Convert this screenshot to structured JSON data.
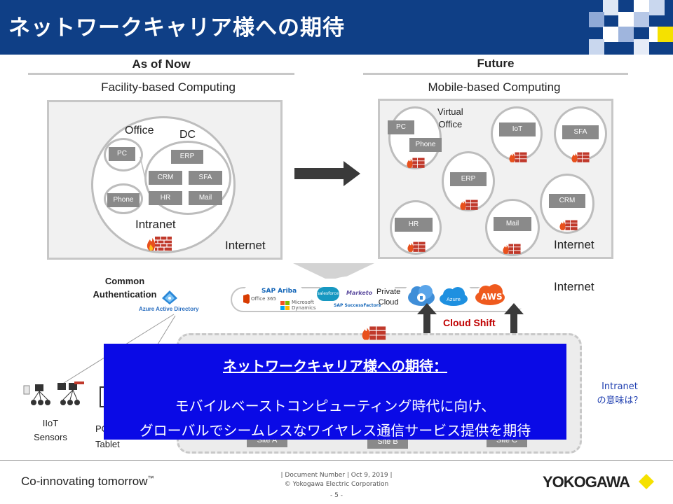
{
  "header": {
    "title": "ネットワークキャリア様への期待"
  },
  "left": {
    "heading": "As of Now",
    "subtitle": "Facility-based Computing",
    "office_label": "Office",
    "dc_label": "DC",
    "intranet_label": "Intranet",
    "internet_label": "Internet",
    "chips": {
      "pc": "PC",
      "phone": "Phone",
      "erp": "ERP",
      "crm": "CRM",
      "sfa": "SFA",
      "hr": "HR",
      "mail": "Mail"
    }
  },
  "right": {
    "heading": "Future",
    "subtitle": "Mobile-based Computing",
    "virtual_office": "Virtual\nOffice",
    "internet_label": "Internet",
    "chips": {
      "pc": "PC",
      "phone": "Phone",
      "iot": "IoT",
      "sfa": "SFA",
      "erp": "ERP",
      "crm": "CRM",
      "hr": "HR",
      "mail": "Mail"
    }
  },
  "middle": {
    "common_auth": "Common\nAuthentication",
    "azure_ad": "Azure Active Directory",
    "internet_label": "Internet",
    "private_cloud": "Private\nCloud",
    "cloud_shift": "Cloud Shift",
    "logos": {
      "office365": "Office 365",
      "sap_ariba": "SAP Ariba",
      "ms_dynamics": "Microsoft\nDynamics",
      "salesforce": "salesforce",
      "marketo": "Marketo",
      "successfactors": "SAP SuccessFactors",
      "azure": "Azure",
      "aws": "AWS"
    },
    "iiot_sensors": "IIoT\nSensors",
    "pc_tablet": "PC\nTablet",
    "intranet_question": "Intranet\nの意味は？",
    "sites": [
      "Site A",
      "Site B",
      "Site C"
    ]
  },
  "overlay": {
    "title": "ネットワークキャリア様への期待：",
    "line1": "モバイルベーストコンピューティング時代に向け、",
    "line2": "グローバルでシームレスなワイヤレス通信サービス提供を期待"
  },
  "footer": {
    "tagline": "Co-innovating tomorrow",
    "tm": "™",
    "doc_line": "| Document Number | Oct 9, 2019 |",
    "copyright": "© Yokogawa Electric Corporation",
    "page": "- 5 -",
    "brand": "YOKOGAWA"
  },
  "colors": {
    "header_bg": "#0f3f86",
    "overlay_bg": "#0a0ae6",
    "cloud_shift": "#c00000",
    "intranet_q": "#1f3fb0",
    "chip": "#8a8a8a",
    "brand_diamond": "#f5e100"
  }
}
